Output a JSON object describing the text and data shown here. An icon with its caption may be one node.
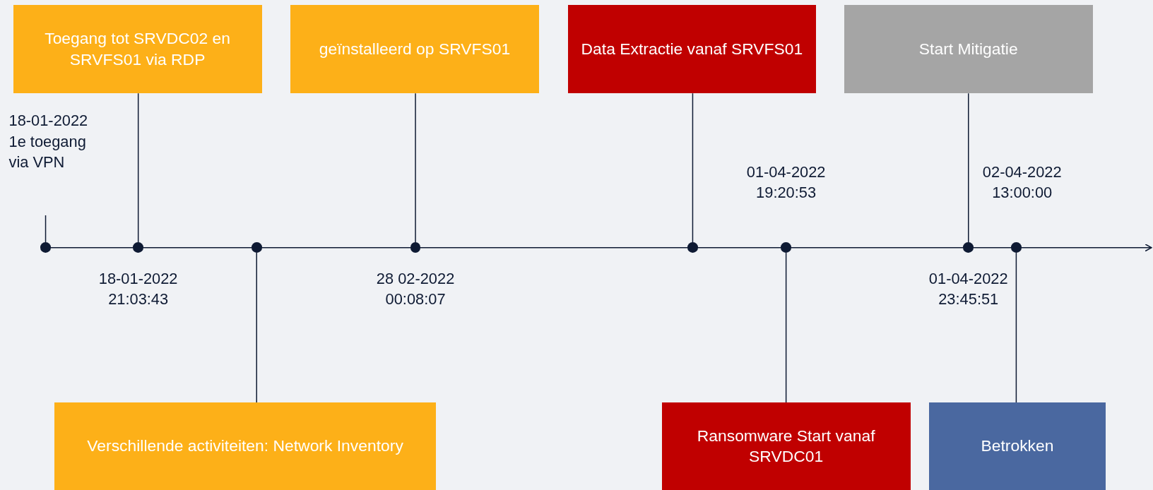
{
  "diagram": {
    "nodes": [
      {
        "text": [
          "Toegang tot SRVDC02 en SRVFS01 via RDP"
        ]
      },
      {
        "text": [
          "geïnstalleerd op SRVFS01"
        ]
      },
      {
        "text": [
          "Data Extractie vanaf SRVFS01"
        ]
      },
      {
        "text": [
          "Start Mitigatie"
        ]
      },
      {
        "text": [],
        "shape": "circle"
      },
      {
        "text": [],
        "shape": "circle",
        "beside": [
          "18-01-2022 21:03:43"
        ]
      },
      {
        "text": [],
        "shape": "circle"
      },
      {
        "text": [],
        "shape": "circle",
        "beside": [
          "28 02-2022 00:08:07"
        ]
      },
      {
        "text": [],
        "shape": "circle"
      },
      {
        "text": [],
        "shape": "circle"
      },
      {
        "text": [],
        "shape": "circle",
        "beside": [
          "01-04-2022 23:45:51"
        ]
      },
      {
        "text": [],
        "shape": "circle"
      },
      {
        "text": [
          "Verschillende activiteiten: Network Inventory"
        ]
      },
      {
        "text": [
          "Ransomware Start vanaf SRVDC01"
        ]
      },
      {
        "text": [
          "Betrokken"
        ]
      }
    ],
    "edges": [
      {
        "from": 0,
        "to": 5,
        "arrow": "none"
      },
      {
        "from": 1,
        "to": 7,
        "arrow": "none"
      },
      {
        "from": 2,
        "to": 8,
        "arrow": "none"
      },
      {
        "from": 3,
        "to": 10,
        "arrow": "none"
      },
      {
        "from": 12,
        "to": 6,
        "arrow": "none"
      },
      {
        "from": 13,
        "to": 9,
        "arrow": "none"
      },
      {
        "from": 14,
        "to": 11,
        "arrow": "none"
      }
    ],
    "labels": [
      "18-01-2022 1e toegang via VPN",
      "01-04-2022 19:20:53",
      "02-04-2022 13:00:00"
    ]
  }
}
